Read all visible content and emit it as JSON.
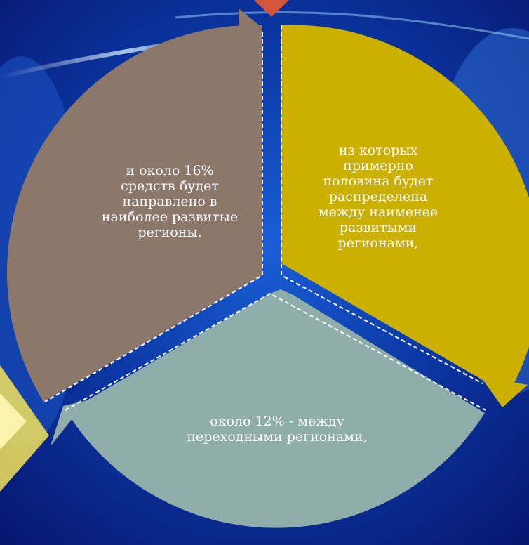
{
  "segments": [
    {
      "id": "top-right",
      "text": "из которых\nпримерно\nполовина будет\nраспределена\nмежду наименее\nразвитыми\nрегионами,",
      "color": "#ccb000"
    },
    {
      "id": "bottom",
      "text": "около 12% - между\nпереходными регионами,",
      "color": "#8fadab"
    },
    {
      "id": "top-left",
      "text": "и около 16%\nсредств будет\nнаправлено в\nнаиболее развитые\nрегионы.",
      "color": "#8b786b"
    }
  ],
  "arrow_color": "#d2563a"
}
